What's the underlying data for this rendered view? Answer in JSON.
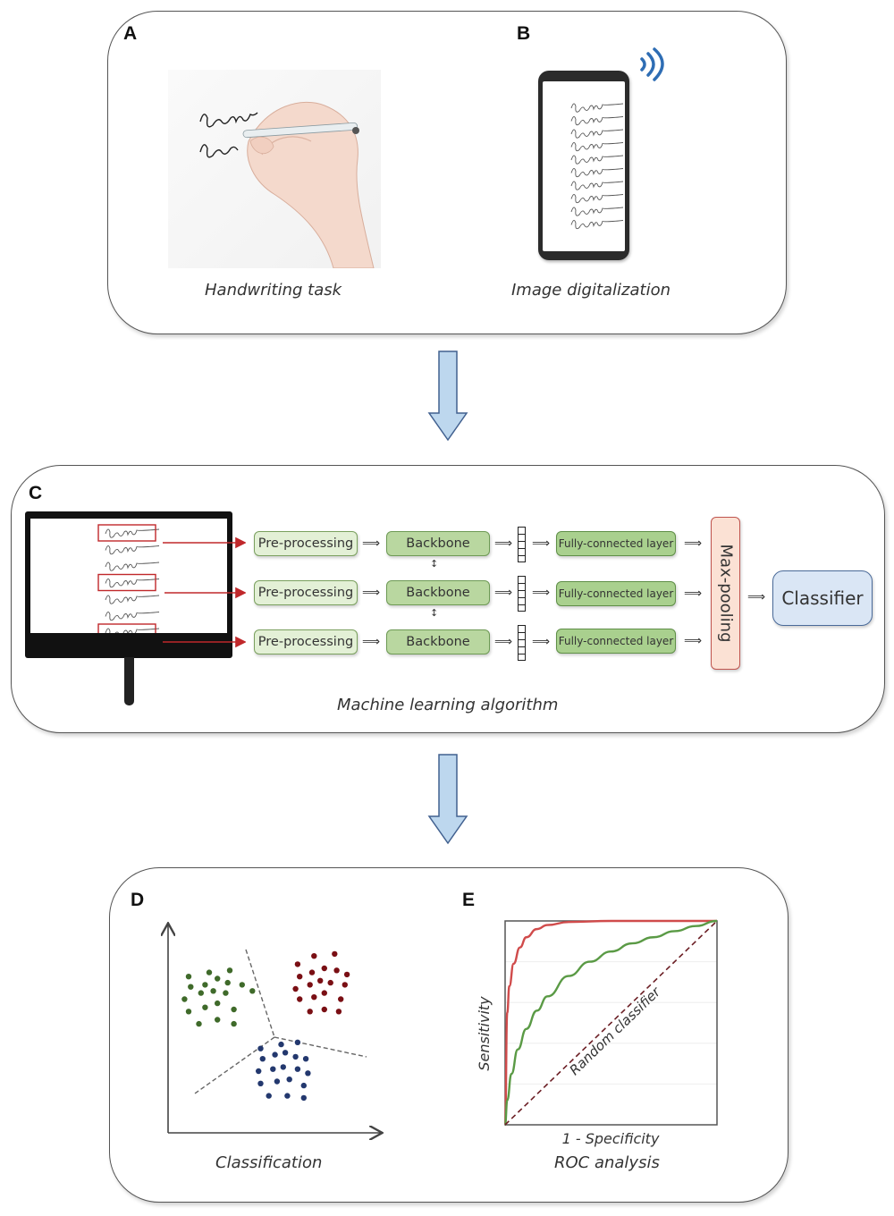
{
  "figure": {
    "panels": [
      {
        "id": "A",
        "letter": "A",
        "caption": "Handwriting task",
        "illustration": "hand-writing-with-pen-on-paper"
      },
      {
        "id": "B",
        "letter": "B",
        "caption": "Image digitalization",
        "illustration": "smartphone-with-wireless-signal",
        "phone_screen_rows": 10
      },
      {
        "id": "C",
        "letter": "C",
        "caption": "Machine learning algorithm"
      },
      {
        "id": "D",
        "letter": "D",
        "caption": "Classification"
      },
      {
        "id": "E",
        "letter": "E",
        "caption": "ROC analysis"
      }
    ],
    "flow_arrows": [
      "A-B to C",
      "C to D-E"
    ]
  },
  "pipeline": {
    "monitor_rows": 7,
    "selected_rows": [
      1,
      4,
      7
    ],
    "branches": [
      {
        "preprocessing": "Pre-processing",
        "backbone": "Backbone",
        "fc": "Fully-connected layer"
      },
      {
        "preprocessing": "Pre-processing",
        "backbone": "Backbone",
        "fc": "Fully-connected layer"
      },
      {
        "preprocessing": "Pre-processing",
        "backbone": "Backbone",
        "fc": "Fully-connected layer"
      }
    ],
    "pooling": "Max-pooling",
    "classifier": "Classifier",
    "arrow_glyph": "⟹",
    "shared_weights_glyph": "↕"
  },
  "colors": {
    "preprocessing_fill": "#e3f0d6",
    "backbone_fill": "#b9d7a0",
    "fc_fill": "#a9d08e",
    "pooling_fill": "#fbe1d4",
    "pooling_border": "#c0554f",
    "classifier_fill": "#dae6f5",
    "classifier_border": "#4a6a99",
    "flow_arrow_fill": "#bdd7ee",
    "flow_arrow_border": "#41608f",
    "selection_box": "#c0282b",
    "wifi": "#2e6db4",
    "cluster_green": "#3f6a2a",
    "cluster_red": "#7a0f14",
    "cluster_blue": "#23386e",
    "roc_red": "#d04b4b",
    "roc_green": "#5a9a45",
    "roc_random": "#6b1e24"
  },
  "chart_data": [
    {
      "type": "scatter",
      "title": "Classification",
      "xlabel": "",
      "ylabel": "",
      "axis_ranges": {
        "x": [
          0,
          10
        ],
        "y": [
          0,
          10
        ]
      },
      "grid": false,
      "series": [
        {
          "name": "green-cluster",
          "points": [
            [
              1.0,
              7.6
            ],
            [
              2.0,
              7.8
            ],
            [
              3.0,
              7.9
            ],
            [
              1.1,
              7.1
            ],
            [
              1.8,
              7.2
            ],
            [
              2.4,
              7.5
            ],
            [
              2.9,
              7.3
            ],
            [
              3.6,
              7.2
            ],
            [
              0.8,
              6.5
            ],
            [
              1.6,
              6.8
            ],
            [
              2.2,
              6.9
            ],
            [
              2.8,
              6.8
            ],
            [
              4.1,
              6.9
            ],
            [
              1.0,
              5.9
            ],
            [
              1.8,
              6.1
            ],
            [
              2.4,
              6.3
            ],
            [
              3.2,
              6.0
            ],
            [
              1.5,
              5.3
            ],
            [
              2.4,
              5.5
            ],
            [
              3.2,
              5.3
            ]
          ]
        },
        {
          "name": "red-cluster",
          "points": [
            [
              6.3,
              8.2
            ],
            [
              7.1,
              8.6
            ],
            [
              8.1,
              8.7
            ],
            [
              6.4,
              7.6
            ],
            [
              7.0,
              7.8
            ],
            [
              7.6,
              8.0
            ],
            [
              8.2,
              7.9
            ],
            [
              8.7,
              7.7
            ],
            [
              6.2,
              7.0
            ],
            [
              6.9,
              7.2
            ],
            [
              7.4,
              7.4
            ],
            [
              7.9,
              7.3
            ],
            [
              8.6,
              7.2
            ],
            [
              6.4,
              6.5
            ],
            [
              7.1,
              6.6
            ],
            [
              7.6,
              6.8
            ],
            [
              8.4,
              6.5
            ],
            [
              6.9,
              5.9
            ],
            [
              7.6,
              6.0
            ],
            [
              8.3,
              5.9
            ]
          ]
        },
        {
          "name": "blue-cluster",
          "points": [
            [
              4.5,
              4.1
            ],
            [
              5.5,
              4.3
            ],
            [
              6.3,
              4.4
            ],
            [
              4.6,
              3.6
            ],
            [
              5.2,
              3.8
            ],
            [
              5.7,
              3.9
            ],
            [
              6.2,
              3.7
            ],
            [
              6.7,
              3.6
            ],
            [
              4.4,
              3.0
            ],
            [
              5.1,
              3.1
            ],
            [
              5.6,
              3.2
            ],
            [
              6.3,
              3.1
            ],
            [
              6.8,
              2.9
            ],
            [
              4.5,
              2.4
            ],
            [
              5.3,
              2.5
            ],
            [
              5.9,
              2.6
            ],
            [
              6.6,
              2.3
            ],
            [
              4.9,
              1.8
            ],
            [
              5.8,
              1.8
            ],
            [
              6.6,
              1.7
            ]
          ]
        }
      ],
      "decision_boundaries": "three dashed lines meeting at a central junction",
      "legend": "none"
    },
    {
      "type": "line",
      "title": "ROC analysis",
      "xlabel": "1 - Specificity",
      "ylabel": "Sensitivity",
      "xlim": [
        0,
        1
      ],
      "ylim": [
        0,
        1
      ],
      "grid": true,
      "series": [
        {
          "name": "high-AUC classifier",
          "x": [
            0,
            0.01,
            0.02,
            0.04,
            0.07,
            0.1,
            0.15,
            0.2,
            0.3,
            0.5,
            0.7,
            1.0
          ],
          "y": [
            0,
            0.55,
            0.68,
            0.79,
            0.87,
            0.92,
            0.96,
            0.98,
            0.995,
            1.0,
            1.0,
            1.0
          ]
        },
        {
          "name": "moderate classifier",
          "x": [
            0,
            0.01,
            0.03,
            0.06,
            0.1,
            0.15,
            0.2,
            0.3,
            0.4,
            0.5,
            0.6,
            0.7,
            0.8,
            0.9,
            1.0
          ],
          "y": [
            0,
            0.12,
            0.25,
            0.37,
            0.47,
            0.56,
            0.63,
            0.73,
            0.8,
            0.85,
            0.89,
            0.92,
            0.95,
            0.975,
            1.0
          ]
        },
        {
          "name": "Random classifier",
          "x": [
            0,
            1
          ],
          "y": [
            0,
            1
          ],
          "style": "dashed"
        }
      ],
      "annotations": [
        "Random classifier"
      ],
      "legend": "none"
    }
  ]
}
